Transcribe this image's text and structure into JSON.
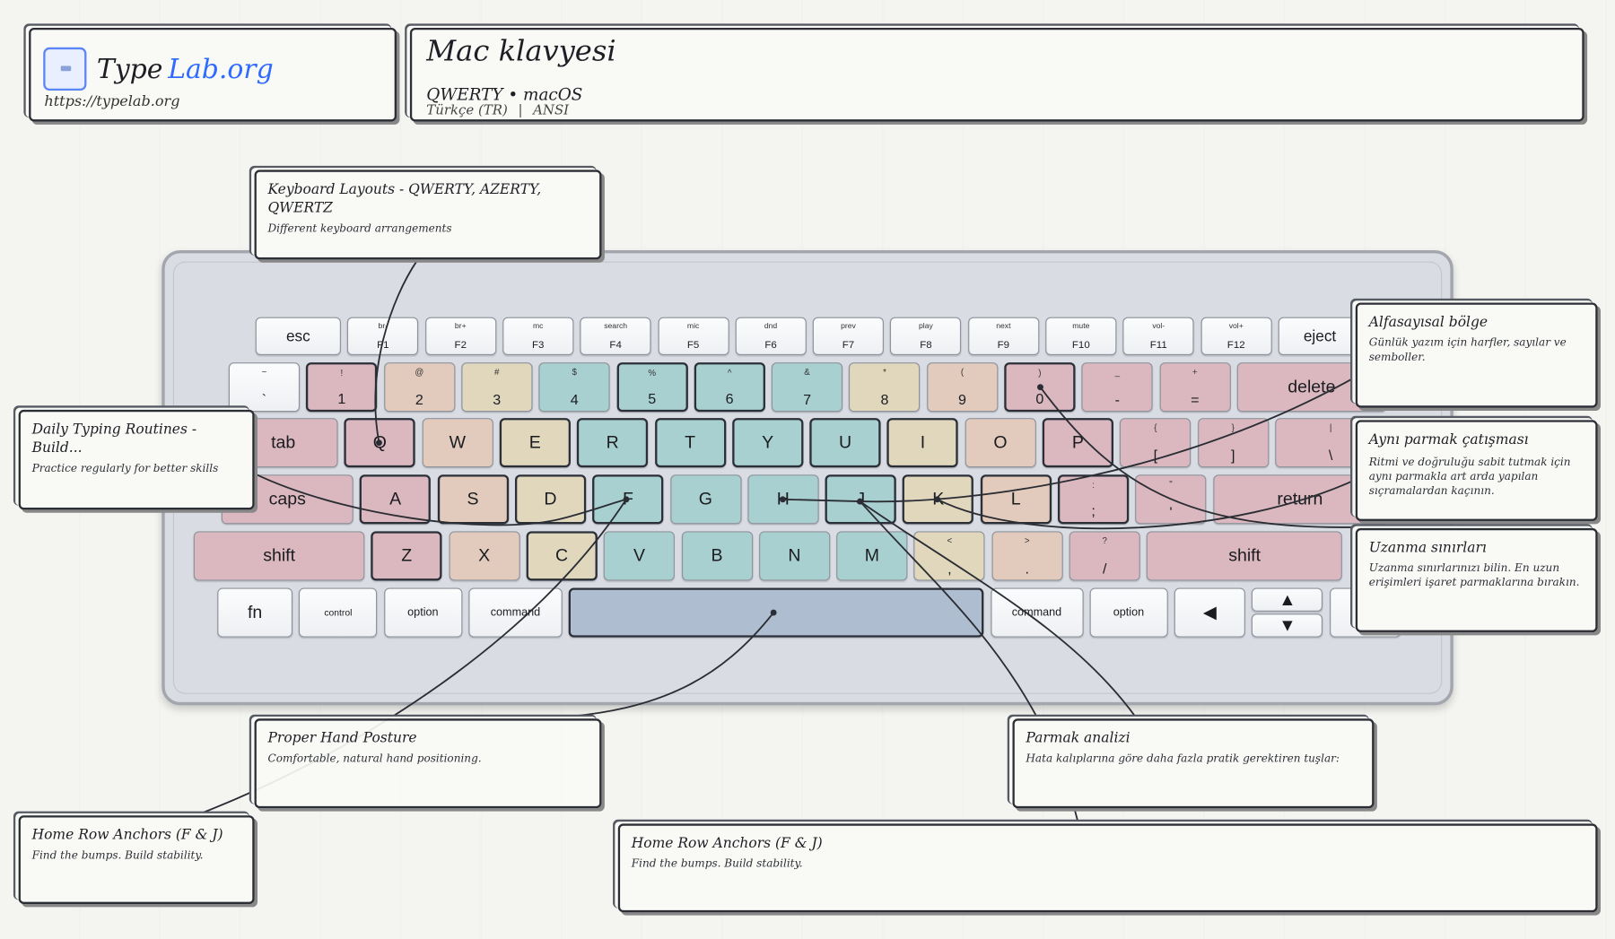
{
  "brand": {
    "name_part1": "Type",
    "name_part2": "Lab.org",
    "url": "https://typelab.org",
    "accent": "#2f6bff"
  },
  "header": {
    "title": "Mac klavyesi",
    "layout": "QWERTY",
    "dot": "•",
    "os": "macOS",
    "language": "Türkçe (TR)",
    "separator": "|",
    "standard": "ANSI"
  },
  "zone_colors": {
    "pinky": "#dbb8bf",
    "ring": "#e2cbbd",
    "middle": "#e0d7bd",
    "index": "#a9d0d0",
    "none": "#f7f8fa",
    "thumb": "#afbdd0"
  },
  "keyboard": {
    "rows": [
      [
        {
          "main": "esc",
          "zone": "none"
        },
        {
          "top": "br-",
          "main": "F1",
          "zone": "none"
        },
        {
          "top": "br+",
          "main": "F2",
          "zone": "none"
        },
        {
          "top": "mc",
          "main": "F3",
          "zone": "none"
        },
        {
          "top": "search",
          "main": "F4",
          "zone": "none"
        },
        {
          "top": "mic",
          "main": "F5",
          "zone": "none"
        },
        {
          "top": "dnd",
          "main": "F6",
          "zone": "none"
        },
        {
          "top": "prev",
          "main": "F7",
          "zone": "none"
        },
        {
          "top": "play",
          "main": "F8",
          "zone": "none"
        },
        {
          "top": "next",
          "main": "F9",
          "zone": "none"
        },
        {
          "top": "mute",
          "main": "F10",
          "zone": "none"
        },
        {
          "top": "vol-",
          "main": "F11",
          "zone": "none"
        },
        {
          "top": "vol+",
          "main": "F12",
          "zone": "none"
        },
        {
          "main": "eject",
          "zone": "none"
        }
      ],
      [
        {
          "top": "~",
          "main": "`",
          "zone": "none"
        },
        {
          "top": "!",
          "main": "1",
          "zone": "pinky",
          "hl": true
        },
        {
          "top": "@",
          "main": "2",
          "zone": "ring"
        },
        {
          "top": "#",
          "main": "3",
          "zone": "middle"
        },
        {
          "top": "$",
          "main": "4",
          "zone": "index"
        },
        {
          "top": "%",
          "main": "5",
          "zone": "index",
          "hl": true
        },
        {
          "top": "^",
          "main": "6",
          "zone": "index",
          "hl": true
        },
        {
          "top": "&",
          "main": "7",
          "zone": "index"
        },
        {
          "top": "*",
          "main": "8",
          "zone": "middle"
        },
        {
          "top": "(",
          "main": "9",
          "zone": "ring"
        },
        {
          "top": ")",
          "main": "0",
          "zone": "pinky",
          "hl": true
        },
        {
          "top": "_",
          "main": "-",
          "zone": "pinky"
        },
        {
          "top": "+",
          "main": "=",
          "zone": "pinky"
        },
        {
          "main": "delete",
          "zone": "pinky"
        }
      ],
      [
        {
          "main": "tab",
          "zone": "pinky"
        },
        {
          "main": "Q",
          "zone": "pinky",
          "hl": true
        },
        {
          "main": "W",
          "zone": "ring"
        },
        {
          "main": "E",
          "zone": "middle",
          "hl": true
        },
        {
          "main": "R",
          "zone": "index",
          "hl": true
        },
        {
          "main": "T",
          "zone": "index",
          "hl": true
        },
        {
          "main": "Y",
          "zone": "index",
          "hl": true
        },
        {
          "main": "U",
          "zone": "index",
          "hl": true
        },
        {
          "main": "I",
          "zone": "middle",
          "hl": true
        },
        {
          "main": "O",
          "zone": "ring"
        },
        {
          "main": "P",
          "zone": "pinky",
          "hl": true
        },
        {
          "top": "{",
          "main": "[",
          "zone": "pinky"
        },
        {
          "top": "}",
          "main": "]",
          "zone": "pinky"
        },
        {
          "top": "|",
          "main": "\\",
          "zone": "pinky"
        }
      ],
      [
        {
          "main": "caps",
          "zone": "pinky"
        },
        {
          "main": "A",
          "zone": "pinky",
          "hl": true
        },
        {
          "main": "S",
          "zone": "ring",
          "hl": true
        },
        {
          "main": "D",
          "zone": "middle",
          "hl": true
        },
        {
          "main": "F",
          "zone": "index",
          "hl": true
        },
        {
          "main": "G",
          "zone": "index"
        },
        {
          "main": "H",
          "zone": "index"
        },
        {
          "main": "J",
          "zone": "index",
          "hl": true
        },
        {
          "main": "K",
          "zone": "middle",
          "hl": true
        },
        {
          "main": "L",
          "zone": "ring",
          "hl": true
        },
        {
          "top": ":",
          "main": ";",
          "zone": "pinky",
          "hl": true
        },
        {
          "top": "\"",
          "main": "'",
          "zone": "pinky"
        },
        {
          "main": "return",
          "zone": "pinky"
        }
      ],
      [
        {
          "main": "shift",
          "zone": "pinky"
        },
        {
          "main": "Z",
          "zone": "pinky",
          "hl": true
        },
        {
          "main": "X",
          "zone": "ring"
        },
        {
          "main": "C",
          "zone": "middle",
          "hl": true
        },
        {
          "main": "V",
          "zone": "index"
        },
        {
          "main": "B",
          "zone": "index"
        },
        {
          "main": "N",
          "zone": "index"
        },
        {
          "main": "M",
          "zone": "index"
        },
        {
          "top": "<",
          "main": ",",
          "zone": "middle"
        },
        {
          "top": ">",
          "main": ".",
          "zone": "ring"
        },
        {
          "top": "?",
          "main": "/",
          "zone": "pinky"
        },
        {
          "main": "shift",
          "zone": "pinky"
        }
      ],
      [
        {
          "main": "fn",
          "zone": "none"
        },
        {
          "main": "control",
          "zone": "none"
        },
        {
          "main": "option",
          "zone": "none"
        },
        {
          "main": "command",
          "zone": "none"
        },
        {
          "main": "",
          "zone": "thumb",
          "hl": true
        },
        {
          "main": "command",
          "zone": "none"
        },
        {
          "main": "option",
          "zone": "none"
        },
        {
          "main": "◀",
          "zone": "none"
        },
        {
          "main": "▲",
          "main2": "▼",
          "zone": "none"
        },
        {
          "main": "",
          "zone": "none"
        }
      ]
    ]
  },
  "callouts": {
    "layouts": {
      "title": "Keyboard Layouts - QWERTY, AZERTY, QWERTZ",
      "desc": "Different keyboard arrangements"
    },
    "daily": {
      "title": "Daily Typing Routines - Build...",
      "desc": "Practice regularly for better skills"
    },
    "alfa": {
      "title": "Alfasayısal bölge",
      "desc": "Günlük yazım için harfler, sayılar ve semboller."
    },
    "ayni": {
      "title": "Aynı parmak çatışması",
      "desc": "Ritmi ve doğruluğu sabit tutmak için aynı parmakla art arda yapılan sıçramalardan kaçının."
    },
    "uzanma": {
      "title": "Uzanma sınırları",
      "desc": "Uzanma sınırlarınızı bilin. En uzun erişimleri işaret parmaklarına bırakın."
    },
    "posture": {
      "title": "Proper Hand Posture",
      "desc": "Comfortable, natural hand positioning."
    },
    "parmak": {
      "title": "Parmak analizi",
      "desc": "Hata kalıplarına göre daha fazla pratik gerektiren tuşlar:"
    },
    "home_left": {
      "title": "Home Row Anchors (F & J)",
      "desc": "Find the bumps. Build stability."
    },
    "home_wide": {
      "title": "Home Row Anchors (F & J)",
      "desc": "Find the bumps. Build stability."
    }
  }
}
